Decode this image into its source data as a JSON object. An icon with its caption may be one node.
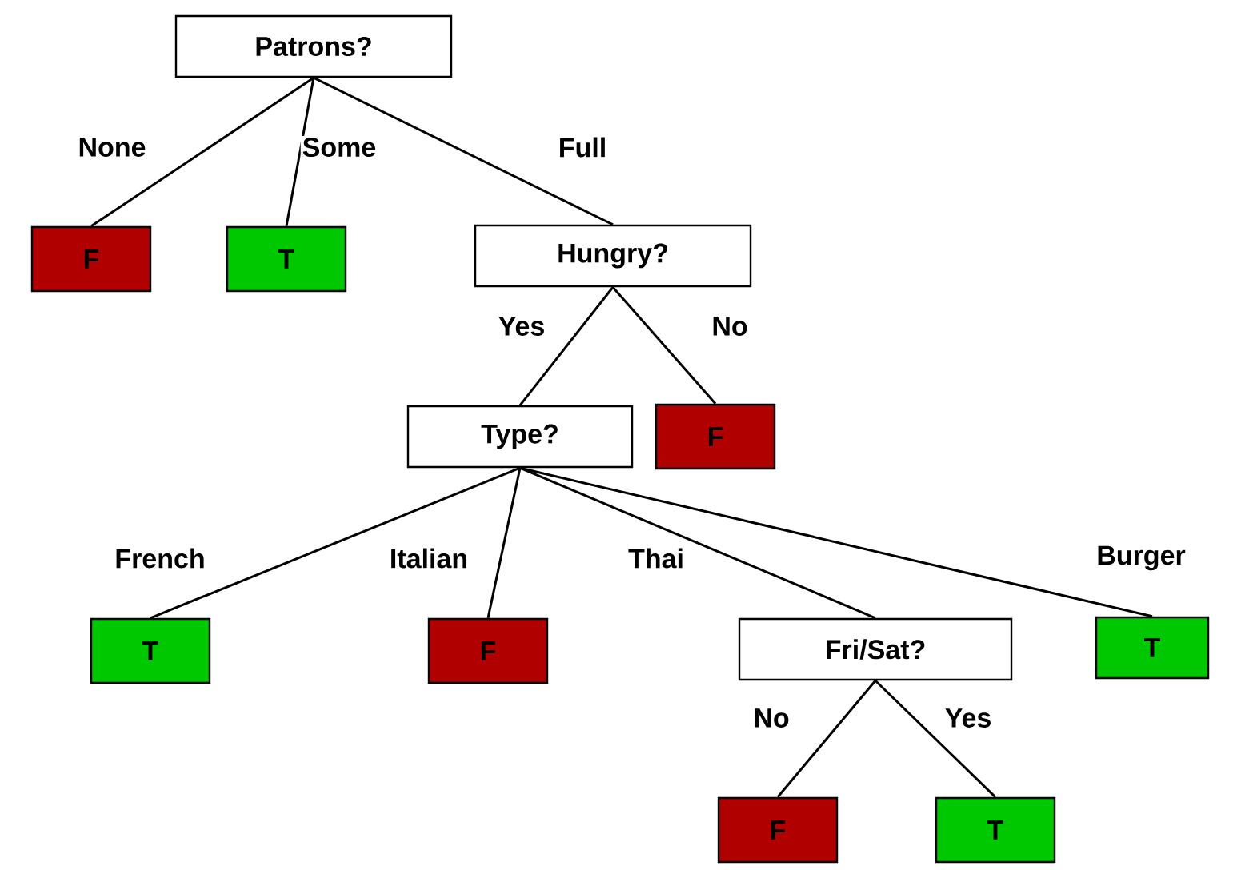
{
  "diagram": {
    "nodes": [
      {
        "text": [
          "Patrons?"
        ]
      },
      {
        "text": [
          "F"
        ]
      },
      {
        "text": [
          "T"
        ]
      },
      {
        "text": [
          "Hungry?"
        ]
      },
      {
        "text": [
          "Type?"
        ]
      },
      {
        "text": [
          "F"
        ]
      },
      {
        "text": [
          "T"
        ]
      },
      {
        "text": [
          "F"
        ]
      },
      {
        "text": [
          "Fri/Sat?"
        ]
      },
      {
        "text": [
          "T"
        ]
      },
      {
        "text": [
          "F"
        ]
      },
      {
        "text": [
          "T"
        ]
      }
    ],
    "edges": [
      {
        "from": 0,
        "to": 1,
        "arrow": "none",
        "label": "None"
      },
      {
        "from": 0,
        "to": 2,
        "arrow": "none",
        "label": "Some"
      },
      {
        "from": 0,
        "to": 3,
        "arrow": "none",
        "label": "Full"
      },
      {
        "from": 3,
        "to": 4,
        "arrow": "none",
        "label": "Yes"
      },
      {
        "from": 3,
        "to": 5,
        "arrow": "none",
        "label": "No"
      },
      {
        "from": 4,
        "to": 6,
        "arrow": "none",
        "label": "French"
      },
      {
        "from": 4,
        "to": 7,
        "arrow": "none",
        "label": "Italian"
      },
      {
        "from": 4,
        "to": 8,
        "arrow": "none",
        "label": "Thai"
      },
      {
        "from": 4,
        "to": 9,
        "arrow": "none",
        "label": "Burger"
      },
      {
        "from": 8,
        "to": 10,
        "arrow": "none",
        "label": "No"
      },
      {
        "from": 8,
        "to": 11,
        "arrow": "none",
        "label": "Yes"
      }
    ]
  }
}
